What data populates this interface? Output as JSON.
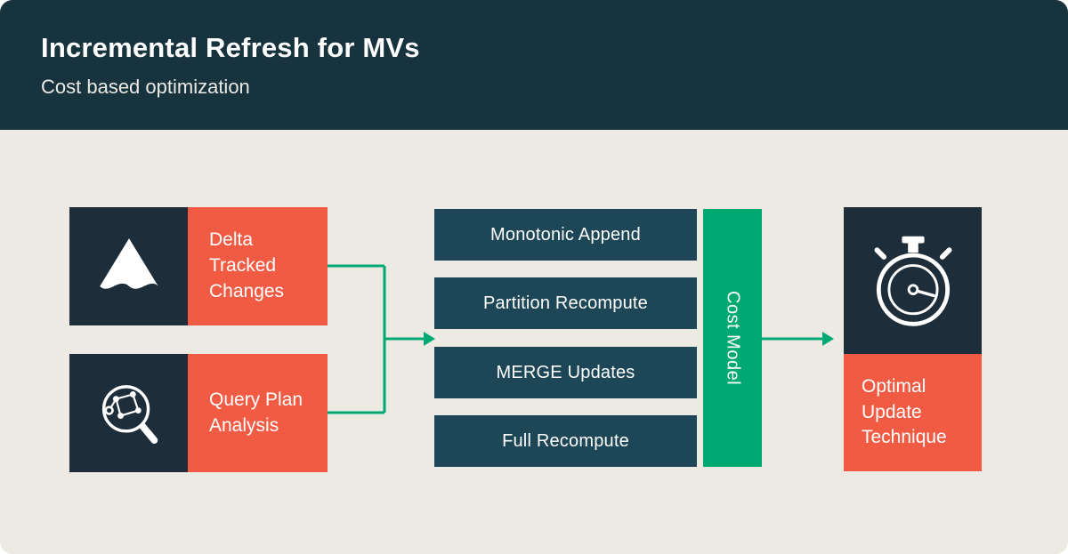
{
  "header": {
    "title": "Incremental Refresh for MVs",
    "subtitle": "Cost based optimization"
  },
  "inputs": [
    {
      "label": "Delta Tracked Changes",
      "icon": "delta-logo-icon"
    },
    {
      "label": "Query Plan Analysis",
      "icon": "query-plan-icon"
    }
  ],
  "strategies": [
    "Monotonic Append",
    "Partition Recompute",
    "MERGE Updates",
    "Full Recompute"
  ],
  "cost_model": {
    "label": "Cost Model"
  },
  "output": {
    "label": "Optimal Update Technique",
    "icon": "stopwatch-icon"
  },
  "colors": {
    "header_bg": "#17333E",
    "canvas_bg": "#EDEAE4",
    "dark_panel": "#1D2D39",
    "teal_panel": "#1D4656",
    "accent_coral": "#F25B43",
    "accent_green": "#00A972",
    "text_light": "#FFFFFF"
  }
}
